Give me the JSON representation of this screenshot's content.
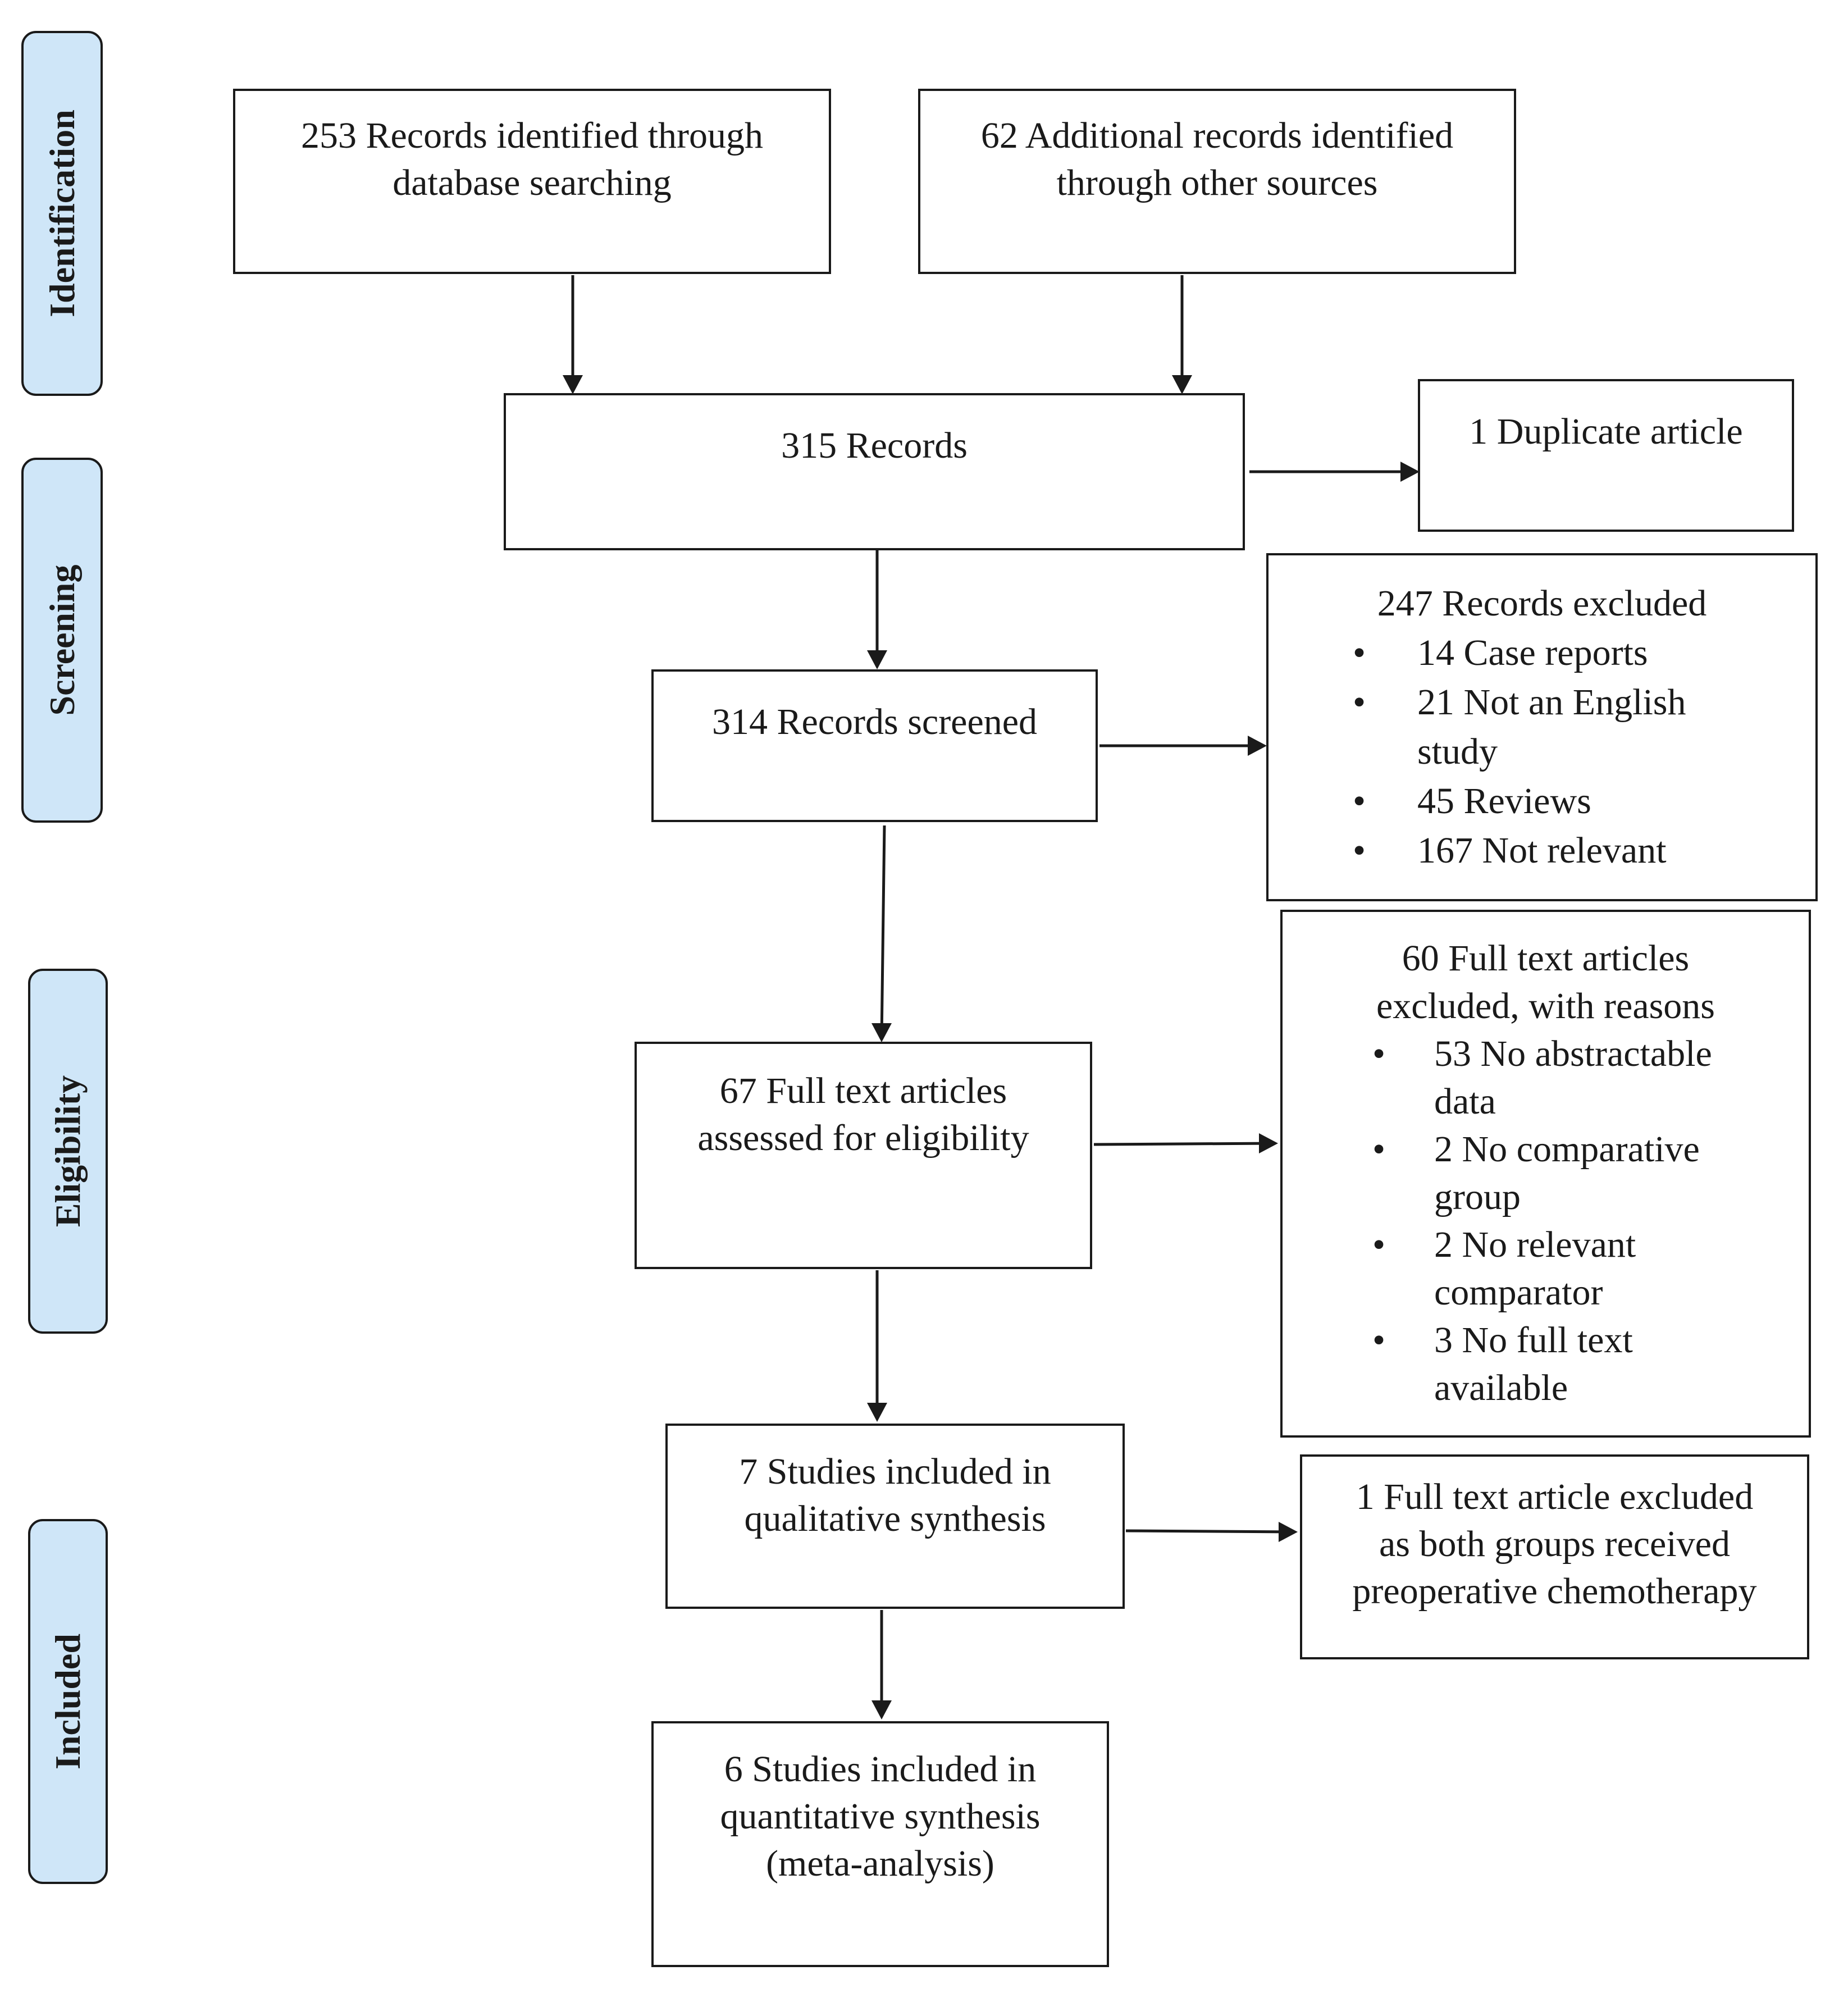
{
  "phases": {
    "identification": "Identification",
    "screening": "Screening",
    "eligibility": "Eligibility",
    "included": "Included"
  },
  "boxes": {
    "records_database": [
      "253 Records identified through",
      "database searching"
    ],
    "records_other": [
      "62 Additional records identified",
      "through other sources"
    ],
    "records_total": [
      "315 Records"
    ],
    "duplicate": [
      "1 Duplicate article"
    ],
    "records_screened": [
      "314 Records screened"
    ],
    "records_excluded": {
      "title": "247 Records excluded",
      "items": [
        [
          "14 Case reports"
        ],
        [
          "21 Not an English",
          "study"
        ],
        [
          "45 Reviews"
        ],
        [
          "167 Not relevant"
        ]
      ]
    },
    "fulltext_assessed": [
      "67 Full text articles",
      "assessed for eligibility"
    ],
    "fulltext_excluded": {
      "title": [
        "60 Full text articles",
        "excluded, with reasons"
      ],
      "items": [
        [
          "53 No abstractable",
          "data"
        ],
        [
          "2 No comparative",
          "group"
        ],
        [
          "2 No relevant",
          "comparator"
        ],
        [
          "3 No full text",
          "available"
        ]
      ]
    },
    "qualitative": [
      "7 Studies included in",
      "qualitative synthesis"
    ],
    "excluded_chemo": [
      "1 Full text article excluded",
      "as both groups received",
      "preoperative chemotherapy"
    ],
    "quantitative": [
      "6 Studies included in",
      "quantitative synthesis",
      "(meta-analysis)"
    ]
  },
  "bullet_char": "•"
}
